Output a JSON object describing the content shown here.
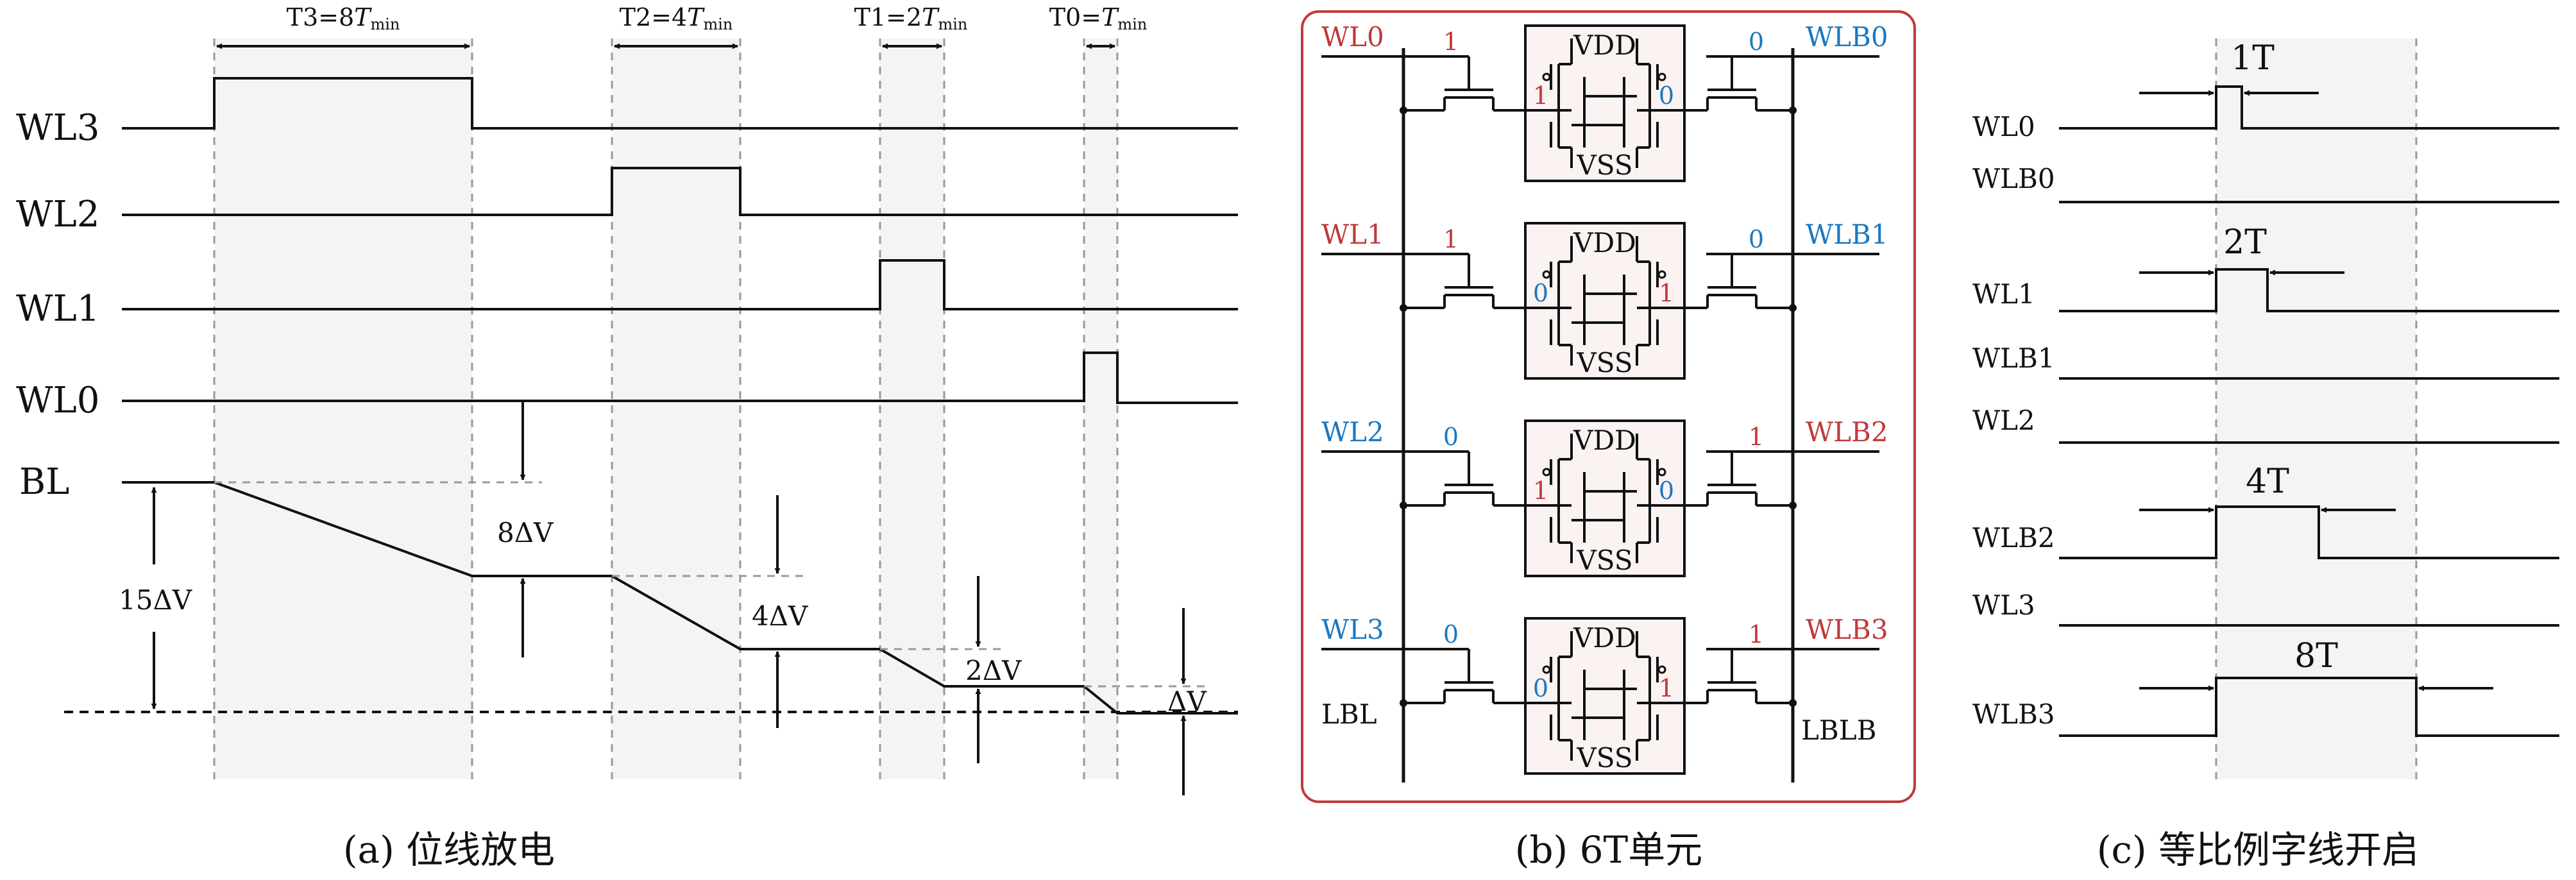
{
  "colors": {
    "red": "#c0393b",
    "blue": "#1b78c0",
    "shade": "#f4f4f4",
    "cell_fill": "#fbf2f2",
    "border": "#c0393b"
  },
  "panel_a": {
    "caption": "(a) 位线放电",
    "rows": [
      "WL3",
      "WL2",
      "WL1",
      "WL0"
    ],
    "bl_label": "BL",
    "periods": [
      {
        "label": "T3=8",
        "sym": "T",
        "sub": "min"
      },
      {
        "label": "T2=4",
        "sym": "T",
        "sub": "min"
      },
      {
        "label": "T1=2",
        "sym": "T",
        "sub": "min"
      },
      {
        "label": "T0=",
        "sym": "T",
        "sub": "min"
      }
    ],
    "drops": [
      "8ΔV",
      "4ΔV",
      "2ΔV",
      "ΔV"
    ],
    "total": "15ΔV"
  },
  "panel_b": {
    "caption": "(b) 6T单元",
    "cells": [
      {
        "wl": "WL0",
        "wlb": "WLB0",
        "wl_val": "1",
        "wlb_val": "0",
        "q": "1",
        "qb": "0",
        "wl_color": "red",
        "wlb_color": "blue",
        "q_color": "red",
        "qb_color": "blue"
      },
      {
        "wl": "WL1",
        "wlb": "WLB1",
        "wl_val": "1",
        "wlb_val": "0",
        "q": "0",
        "qb": "1",
        "wl_color": "red",
        "wlb_color": "blue",
        "q_color": "blue",
        "qb_color": "red"
      },
      {
        "wl": "WL2",
        "wlb": "WLB2",
        "wl_val": "0",
        "wlb_val": "1",
        "q": "1",
        "qb": "0",
        "wl_color": "blue",
        "wlb_color": "red",
        "q_color": "red",
        "qb_color": "blue"
      },
      {
        "wl": "WL3",
        "wlb": "WLB3",
        "wl_val": "0",
        "wlb_val": "1",
        "q": "0",
        "qb": "1",
        "wl_color": "blue",
        "wlb_color": "red",
        "q_color": "blue",
        "qb_color": "red"
      }
    ],
    "vdd": "VDD",
    "vss": "VSS",
    "lbl": "LBL",
    "lblb": "LBLB"
  },
  "panel_c": {
    "caption": "(c) 等比例字线开启",
    "rows": [
      "WL0",
      "WLB0",
      "WL1",
      "WLB1",
      "WL2",
      "WLB2",
      "WL3",
      "WLB3"
    ],
    "pulses": [
      "1T",
      "2T",
      "4T",
      "8T"
    ]
  }
}
